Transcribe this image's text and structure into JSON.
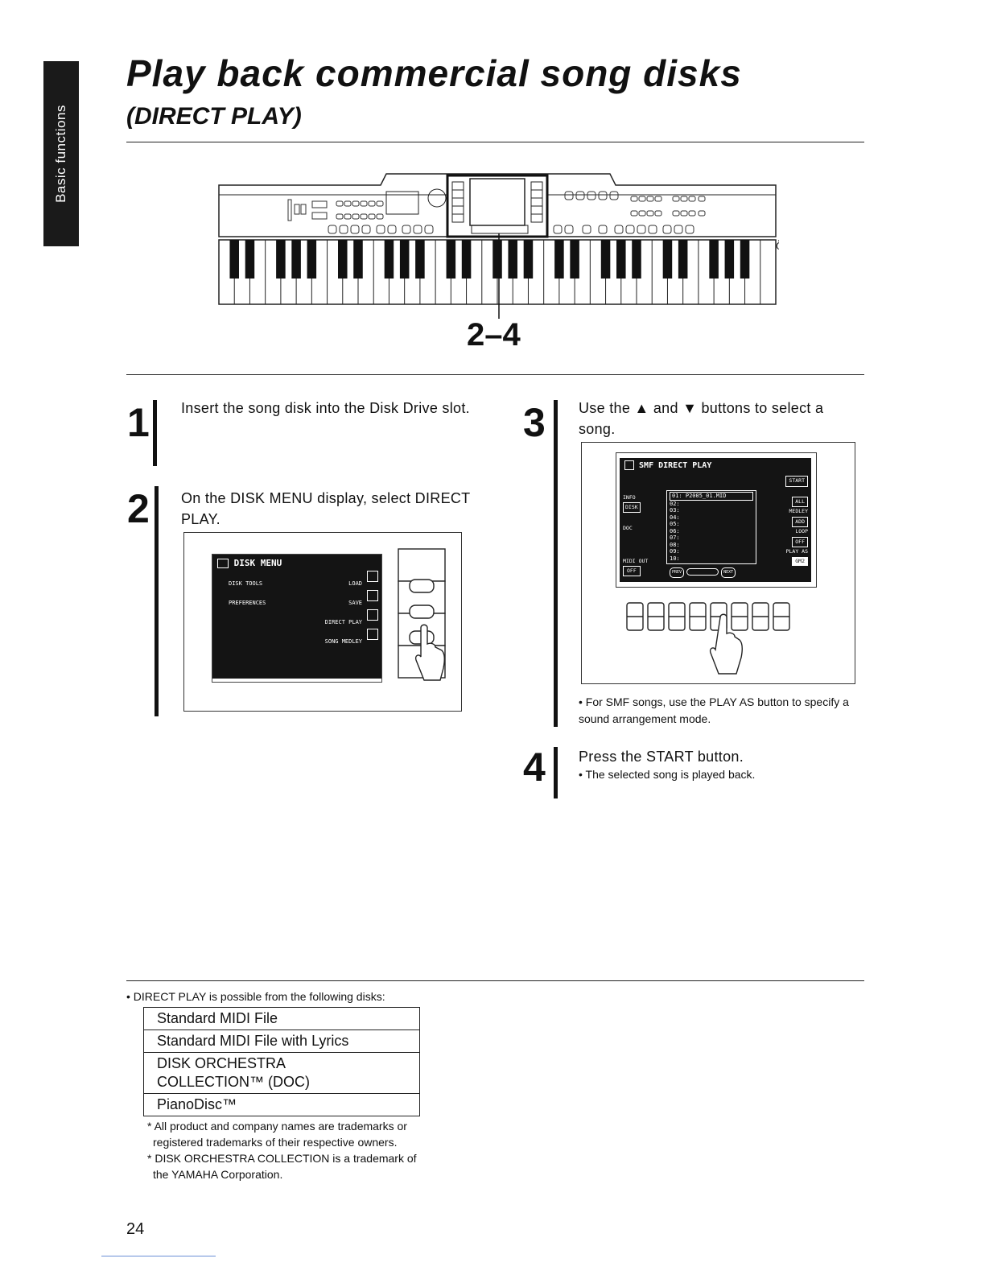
{
  "section_tab": "Basic functions",
  "header": {
    "title": "Play back commercial song disks",
    "subtitle": "(DIRECT PLAY)"
  },
  "figure": {
    "keyboard_callout": "2–4"
  },
  "steps": {
    "s1": {
      "number": "1",
      "text": "Insert the song disk into the Disk Drive slot."
    },
    "s2": {
      "number": "2",
      "text": "On the DISK MENU display, select DIRECT PLAY.",
      "screen": {
        "title": "DISK MENU",
        "items_left": [
          "DISK TOOLS",
          "PREFERENCES"
        ],
        "items_right": [
          "LOAD",
          "SAVE",
          "DIRECT PLAY",
          "SONG MEDLEY"
        ]
      }
    },
    "s3": {
      "number": "3",
      "text": "Use the ▲ and ▼ buttons to select a song.",
      "screen": {
        "title": "SMF DIRECT PLAY",
        "left_labels": [
          "INFO",
          "DISK",
          "DOC",
          "MIDI OUT",
          "OFF"
        ],
        "songs": [
          "01: P2005_01.MID",
          "02:",
          "03:",
          "04:",
          "05:",
          "06:",
          "07:",
          "08:",
          "09:",
          "10:"
        ],
        "right_labels": [
          "START",
          "ALL",
          "MEDLEY",
          "ADD",
          "LOOP",
          "OFF",
          "PLAY AS",
          "GM2"
        ],
        "bottom_buttons": [
          "PREV",
          "NEXT"
        ]
      },
      "note": "• For SMF songs, use the PLAY AS button to specify a sound arrangement mode."
    },
    "s4": {
      "number": "4",
      "text": "Press the START button.",
      "note": "• The selected song is played back."
    }
  },
  "disks": {
    "intro": "• DIRECT PLAY is possible from the following disks:",
    "rows": [
      "Standard MIDI File",
      "Standard MIDI File with Lyrics",
      "DISK ORCHESTRA",
      "COLLECTION™ (DOC)",
      "PianoDisc™"
    ],
    "footnotes": [
      "* All product and company names are trademarks or",
      "registered trademarks of their respective owners.",
      "* DISK ORCHESTRA COLLECTION is a trademark of",
      "the YAMAHA Corporation."
    ]
  },
  "page_number": "24"
}
